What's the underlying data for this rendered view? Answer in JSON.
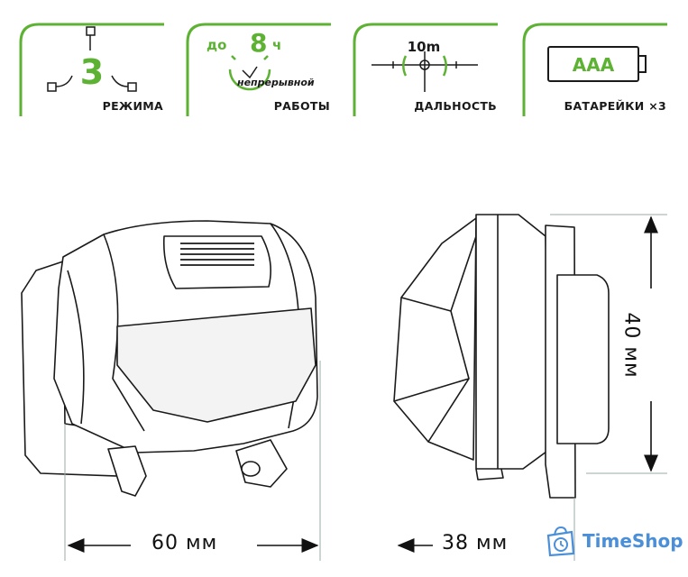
{
  "features": {
    "modes": {
      "number": "3",
      "label": "РЕЖИМА"
    },
    "runtime": {
      "prefix": "до",
      "hours": "8",
      "unit": "ч",
      "note": "непрерывной",
      "label": "РАБОТЫ"
    },
    "range": {
      "distance": "10m",
      "label": "ДАЛЬНОСТЬ"
    },
    "battery": {
      "type": "AAA",
      "label": "БАТАРЕЙКИ ×3"
    }
  },
  "dimensions": {
    "width": "60 мм",
    "depth": "38 мм",
    "height": "40 мм"
  },
  "watermark": {
    "brand": "TimeShop"
  },
  "colors": {
    "accent": "#5db234",
    "outline": "#1a1a1a",
    "brand": "#4a8fd8"
  }
}
